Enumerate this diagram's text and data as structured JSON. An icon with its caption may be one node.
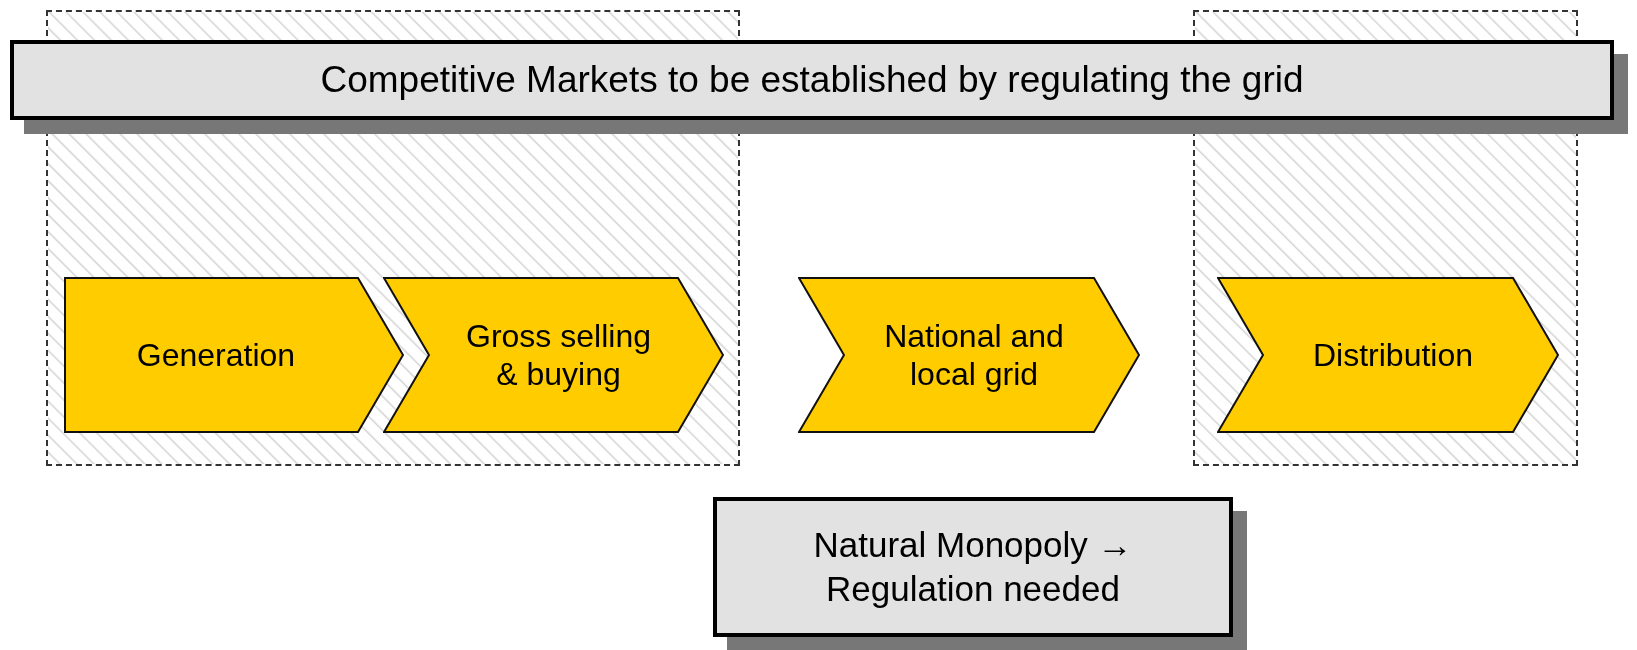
{
  "diagram": {
    "nodes": [
      {
        "text": [
          "Competitive Markets to be established by regulating the grid"
        ]
      },
      {
        "text": [],
        "shape": "box"
      },
      {
        "text": [
          "Generation"
        ],
        "in": 1
      },
      {
        "text": [
          "Gross selling & buying"
        ],
        "in": 1
      },
      {
        "text": [
          "National and local grid"
        ]
      },
      {
        "text": [],
        "shape": "box"
      },
      {
        "text": [
          "Distribution"
        ],
        "in": 5
      },
      {
        "text": [
          "Natural Monopoly → Regulation needed"
        ]
      }
    ]
  }
}
